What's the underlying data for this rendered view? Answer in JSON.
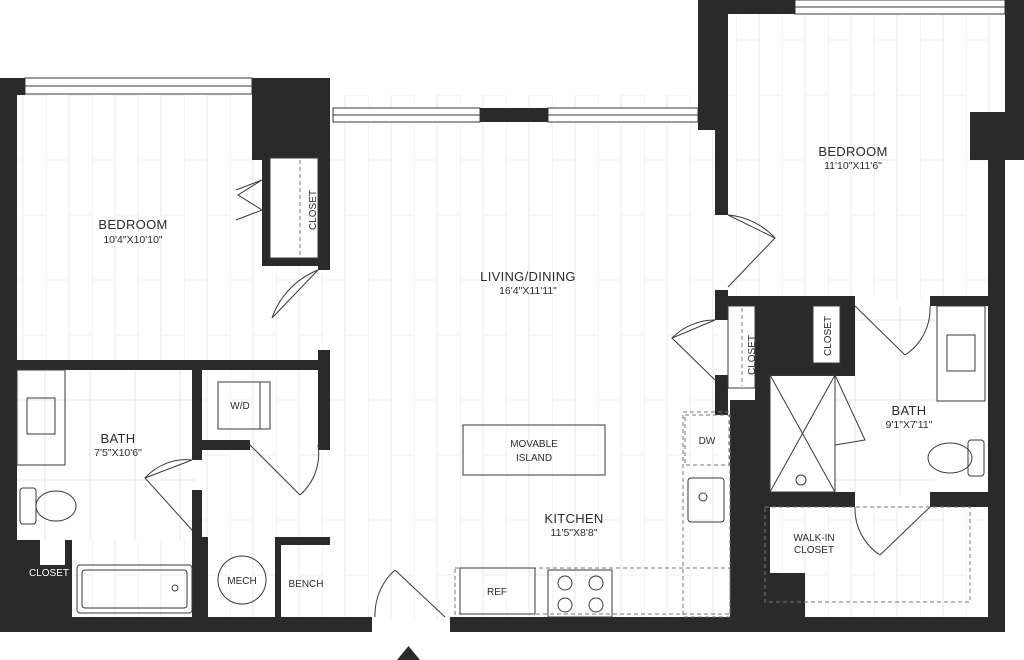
{
  "rooms": {
    "bedroom_left": {
      "name": "BEDROOM",
      "dims": "10'4\"X10'10\""
    },
    "bedroom_right": {
      "name": "BEDROOM",
      "dims": "11'10\"X11'6\""
    },
    "living": {
      "name": "LIVING/DINING",
      "dims": "16'4\"X11'11\""
    },
    "bath_left": {
      "name": "BATH",
      "dims": "7'5\"X10'6\""
    },
    "bath_right": {
      "name": "BATH",
      "dims": "9'1\"X7'11\""
    },
    "kitchen": {
      "name": "KITCHEN",
      "dims": "11'5\"X8'8\""
    }
  },
  "fixtures": {
    "closet": "CLOSET",
    "wd": "W/D",
    "mech": "MECH",
    "bench": "BENCH",
    "island_line1": "MOVABLE",
    "island_line2": "ISLAND",
    "dw": "DW",
    "ref": "REF",
    "walkin_line1": "WALK-IN",
    "walkin_line2": "CLOSET"
  },
  "colors": {
    "wall": "#2a2a2a",
    "floor_line": "#e6e6e6"
  }
}
